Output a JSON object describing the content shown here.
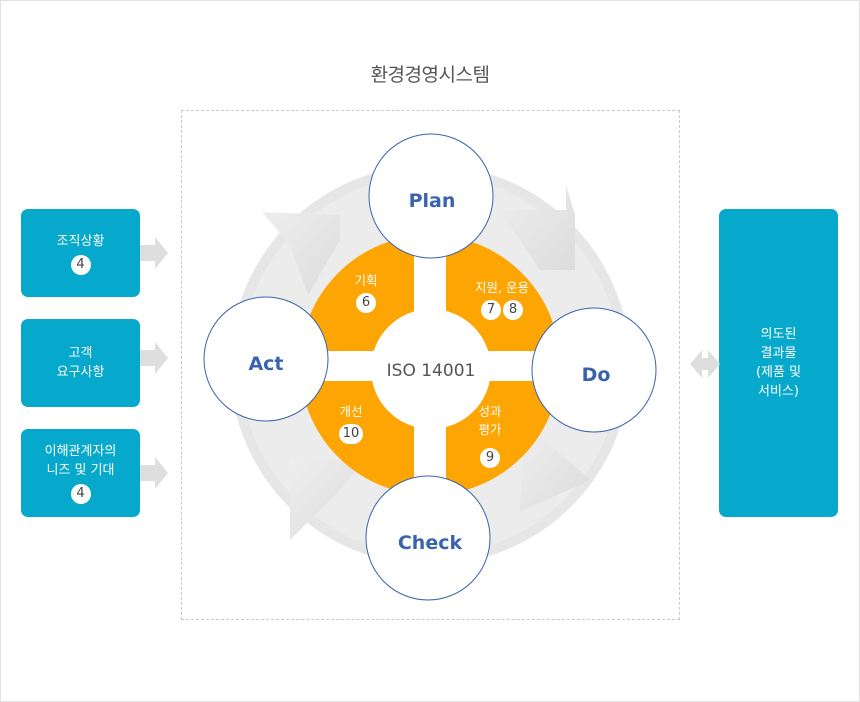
{
  "title": "환경경영시스템",
  "inputs": [
    {
      "lines": [
        "조직상황"
      ],
      "badge": "4"
    },
    {
      "lines": [
        "고객",
        "요구사항"
      ],
      "badge": null
    },
    {
      "lines": [
        "이해관계자의",
        "니즈 및 기대"
      ],
      "badge": "4"
    }
  ],
  "output": {
    "lines": [
      "의도된",
      "결과물",
      "(제품 및",
      "서비스)"
    ]
  },
  "cycle": {
    "center": "ISO 14001",
    "phases": {
      "plan": "Plan",
      "do": "Do",
      "check": "Check",
      "act": "Act"
    },
    "segments": {
      "planning": {
        "label": "기획",
        "badges": [
          "6"
        ]
      },
      "support": {
        "label": "지원, 운용",
        "badges": [
          "7",
          "8"
        ]
      },
      "evaluation": {
        "label1": "성과",
        "label2": "평가",
        "badges": [
          "9"
        ]
      },
      "improvement": {
        "label": "개선",
        "badges": [
          "10"
        ]
      }
    }
  },
  "colors": {
    "box": "#06a9cc",
    "orange": "#fda502",
    "phase_text": "#3a63ad",
    "arrow": "#e0e0e0"
  }
}
